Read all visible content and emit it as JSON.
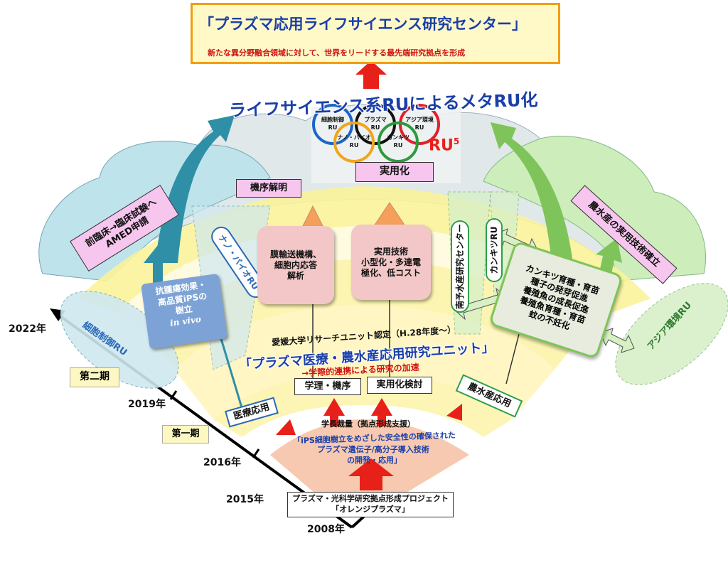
{
  "center": {
    "title": "「プラズマ応用ライフサイエンス研究センター」",
    "subtitle": "新たな異分野融合領域に対して、世界をリードする最先端研究拠点を形成"
  },
  "meta_ru": {
    "title": "ライフサイエンス系RUによるメタRU化",
    "rings": [
      {
        "label": "細胞制御\nRU",
        "color": "#1e64c8"
      },
      {
        "label": "プラズマ\nRU",
        "color": "#111111"
      },
      {
        "label": "アジア環境\nRU",
        "color": "#e0202a"
      },
      {
        "label": "ナノ・バイオ\nRU",
        "color": "#f2a51a"
      },
      {
        "label": "カンキツ\nRU",
        "color": "#2c9a3c"
      }
    ],
    "ru5": "RU",
    "ru5_sup": "5"
  },
  "phases": {
    "kiko": "機序解明",
    "jitsuyo": "実用化",
    "preclinical": "前臨床→臨床試験へ\nAMED申請",
    "agri": "農水産の実用技術確立"
  },
  "units": {
    "saibo": "細胞制御RU",
    "nano": "ナノ・バイオRU",
    "nanyo": "南予水産研究センター",
    "kankitsu": "カンキツRU",
    "asia": "アジア環境RU"
  },
  "boxes": {
    "antitumor": {
      "line1": "抗腫瘍効果・",
      "line2": "高品質iPSの",
      "line3": "樹立",
      "line4": "in vivo"
    },
    "membrane": "膜輸送機構、\n細胞内応答\n解析",
    "practical": "実用技術\n小型化・多連電\n極化、低コスト",
    "agri_detail": "カンキツ育種・育苗\n種子の発芽促進\n養殖魚の成長促進\n養殖魚育種・育苗\n蚊の不妊化"
  },
  "unit_center": {
    "cert": "愛媛大学リサーチユニット認定（H.28年度～）",
    "name": "「プラズマ医療・農水産応用研究ユニット」",
    "accel": "→学際的連携による研究の加速"
  },
  "tags": {
    "medical": "医療応用",
    "science": "学理・機序",
    "practical_review": "実用化検討",
    "agri": "農水産応用"
  },
  "president": {
    "title": "学長裁量（拠点形成支援）",
    "body1": "「iPS細胞樹立をめざした安全性の確保された",
    "body2": "プラズマ遺伝子/高分子導入技術",
    "body3": "の開発・応用」"
  },
  "origin": {
    "line1": "プラズマ・光科学研究拠点形成プロジェクト",
    "line2": "「オレンジプラズマ」"
  },
  "timeline": {
    "y2022": "2022年",
    "y2019": "2019年",
    "y2016": "2016年",
    "y2015": "2015年",
    "y2008": "2008年",
    "phase2": "第二期",
    "phase1": "第一期"
  },
  "colors": {
    "orange_frame": "#f39c12",
    "center_fill": "#fff9c8",
    "arrow_red": "#e8201a",
    "arrow_orange": "#f4a05a",
    "arrow_teal": "#2f8fa7",
    "cloud_blue": "#bfe3ea",
    "cloud_green": "#cdeebb",
    "cloud_gray": "#e7eaec",
    "band_yellow": "#faf39a"
  }
}
